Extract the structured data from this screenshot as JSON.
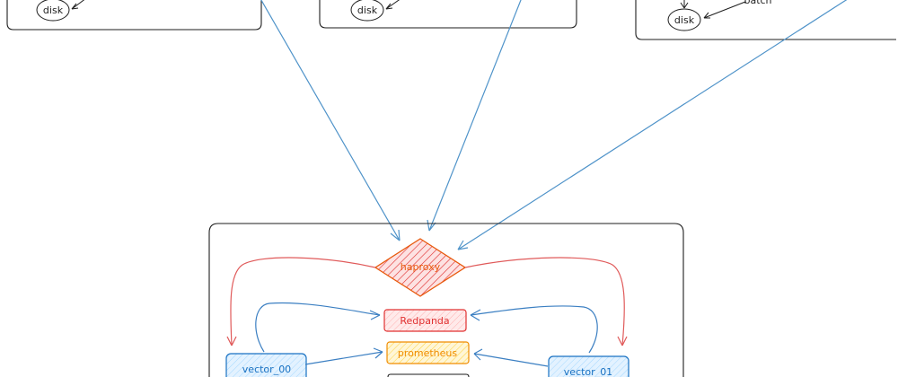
{
  "diagram": {
    "top_left_node": {
      "label": "disk"
    },
    "top_middle_node": {
      "label": "disk"
    },
    "top_right_node": {
      "label": "disk"
    },
    "top_right_edge_label": "batch",
    "haproxy": {
      "label": "haproxy",
      "fill": "#fbd3d3",
      "stroke": "#e8590c",
      "hatch": "#e03131"
    },
    "redpanda": {
      "label": "Redpanda",
      "fill": "#ffe3e3",
      "stroke": "#e03131",
      "text": "#e03131"
    },
    "prometheus": {
      "label": "prometheus",
      "fill": "#fff3bf",
      "stroke": "#f08c00",
      "text": "#f08c00"
    },
    "vector_00": {
      "label": "vector_00",
      "fill": "#d0ebff",
      "stroke": "#1971c2",
      "text": "#1971c2"
    },
    "vector_01": {
      "label": "vector_01",
      "fill": "#d0ebff",
      "stroke": "#1971c2",
      "text": "#1971c2"
    },
    "colors": {
      "ingest_arrow": "#4f93c9",
      "blue_arrow": "#3b7fc2",
      "red_arrow": "#e05a5a",
      "frame": "#1e1e1e"
    }
  }
}
